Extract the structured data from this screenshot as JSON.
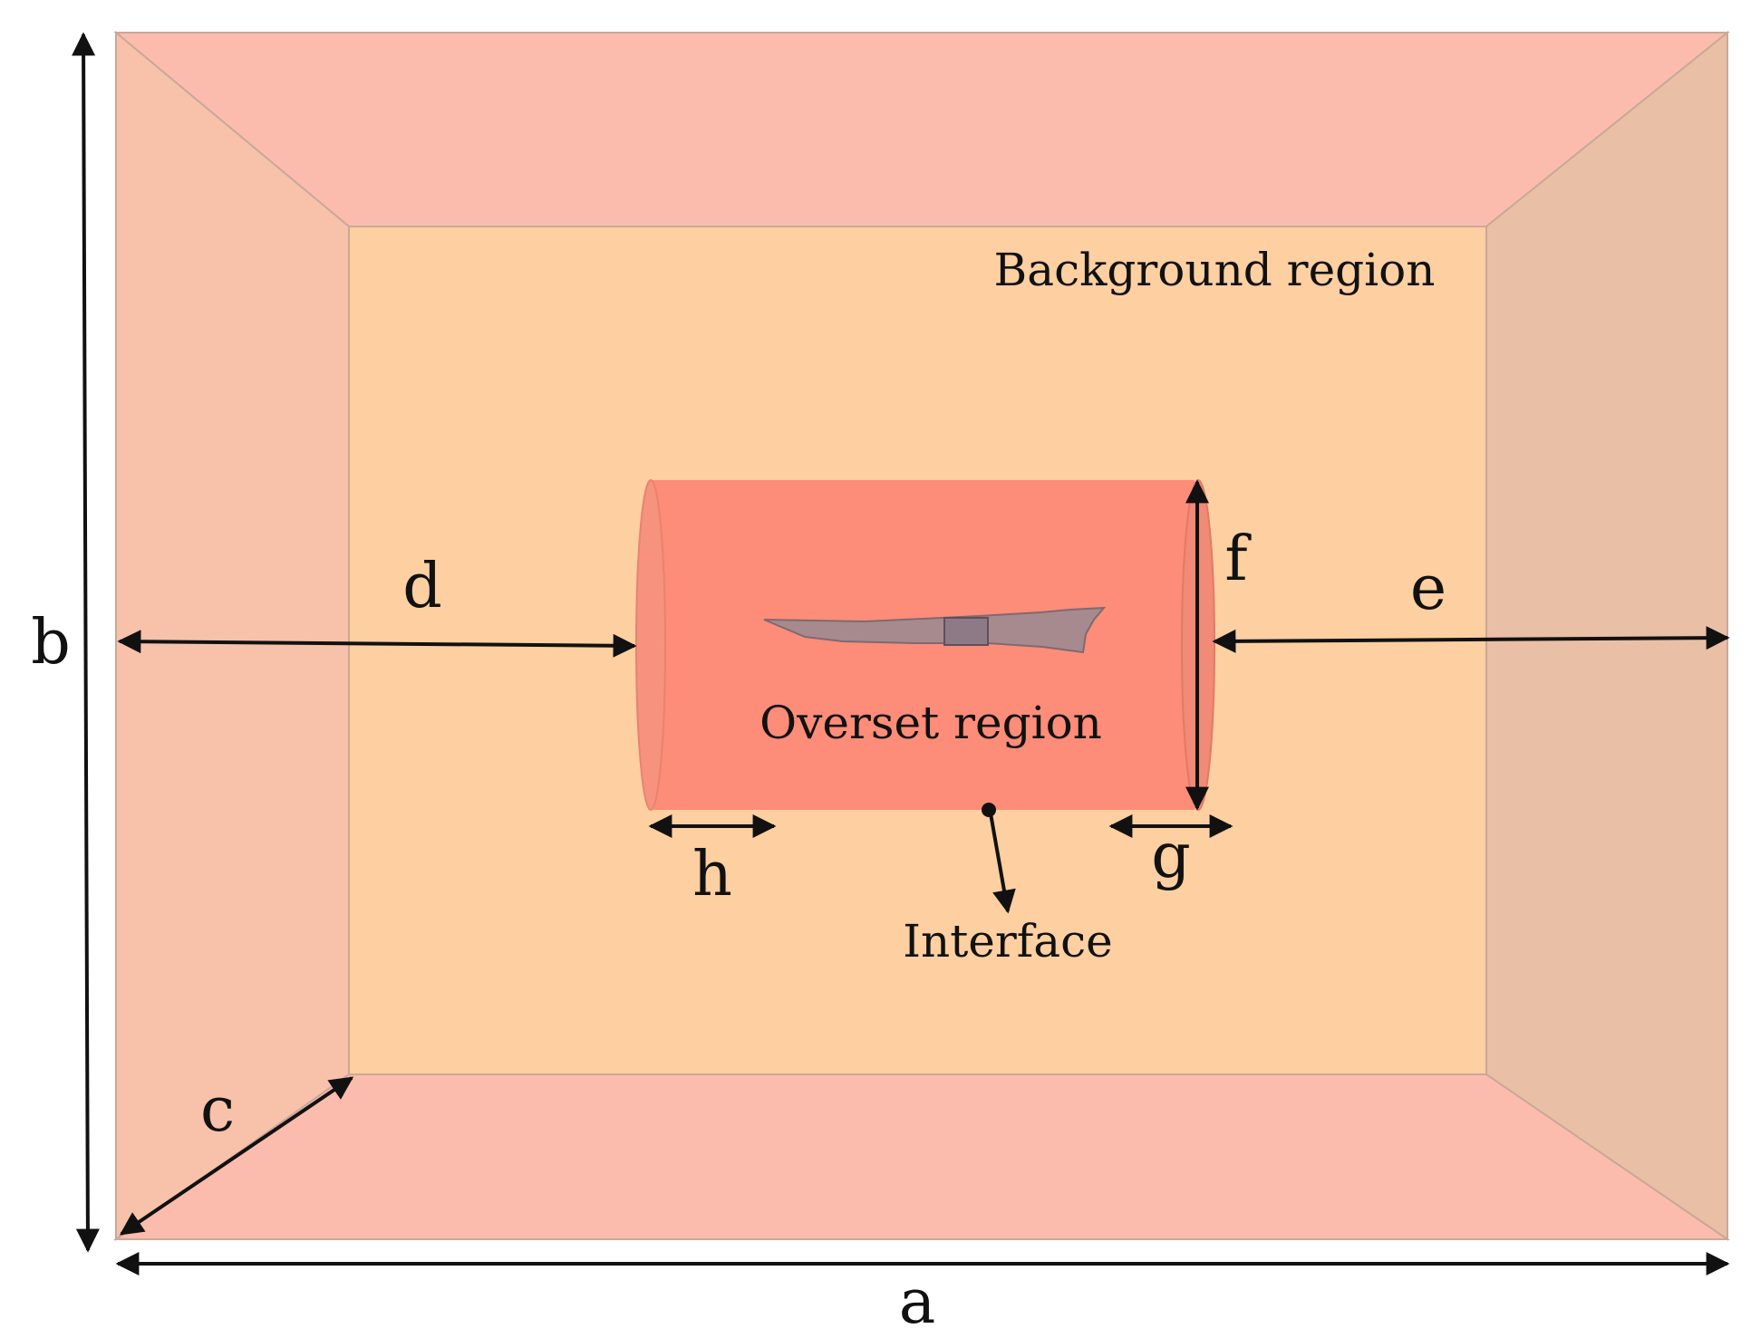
{
  "regions": {
    "background_label": "Background region",
    "overset_label": "Overset region",
    "interface_label": "Interface"
  },
  "dimensions": {
    "a": "a",
    "b": "b",
    "c": "c",
    "d": "d",
    "e": "e",
    "f": "f",
    "g": "g",
    "h": "h"
  },
  "colors": {
    "top_face": "#fcbcad",
    "bottom_face": "#fcbcad",
    "left_face": "#f8c1a9",
    "right_face": "#e9bfa6",
    "back_face": "#fdcfa1",
    "overset": "#fd8c78",
    "hull": "#a68a8e",
    "arrow": "#111111"
  }
}
